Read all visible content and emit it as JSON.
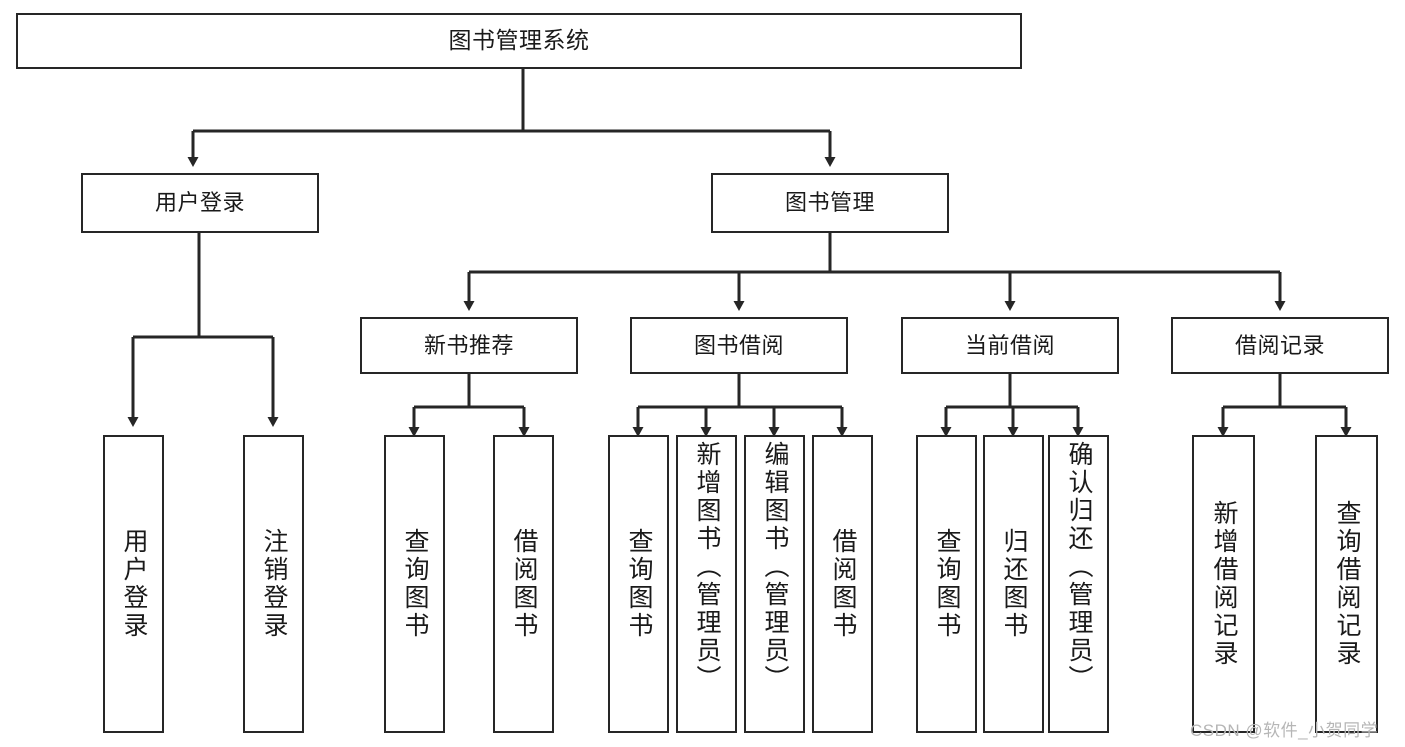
{
  "diagram": {
    "title": "图书管理系统",
    "type": "tree",
    "colors": {
      "stroke": "#262626",
      "fill": "#ffffff",
      "text": "#1a1a1a",
      "watermark": "#b6b6b6"
    },
    "levels": {
      "root": {
        "label": "图书管理系统"
      },
      "level2": [
        {
          "label": "用户登录"
        },
        {
          "label": "图书管理"
        }
      ],
      "level3": [
        {
          "label": "新书推荐"
        },
        {
          "label": "图书借阅"
        },
        {
          "label": "当前借阅"
        },
        {
          "label": "借阅记录"
        }
      ],
      "leaves": {
        "user_login": [
          {
            "label": "用户登录"
          },
          {
            "label": "注销登录"
          }
        ],
        "new_book": [
          {
            "label": "查询图书"
          },
          {
            "label": "借阅图书"
          }
        ],
        "book_borrow": [
          {
            "label": "查询图书"
          },
          {
            "label": "新增图书（管理员）"
          },
          {
            "label": "编辑图书（管理员）"
          },
          {
            "label": "借阅图书"
          }
        ],
        "current_borrow": [
          {
            "label": "查询图书"
          },
          {
            "label": "归还图书"
          },
          {
            "label": "确认归还（管理员）"
          }
        ],
        "borrow_record": [
          {
            "label": "新增借阅记录"
          },
          {
            "label": "查询借阅记录"
          }
        ]
      }
    }
  },
  "watermark": {
    "text": "CSDN @软件_小贺同学"
  }
}
